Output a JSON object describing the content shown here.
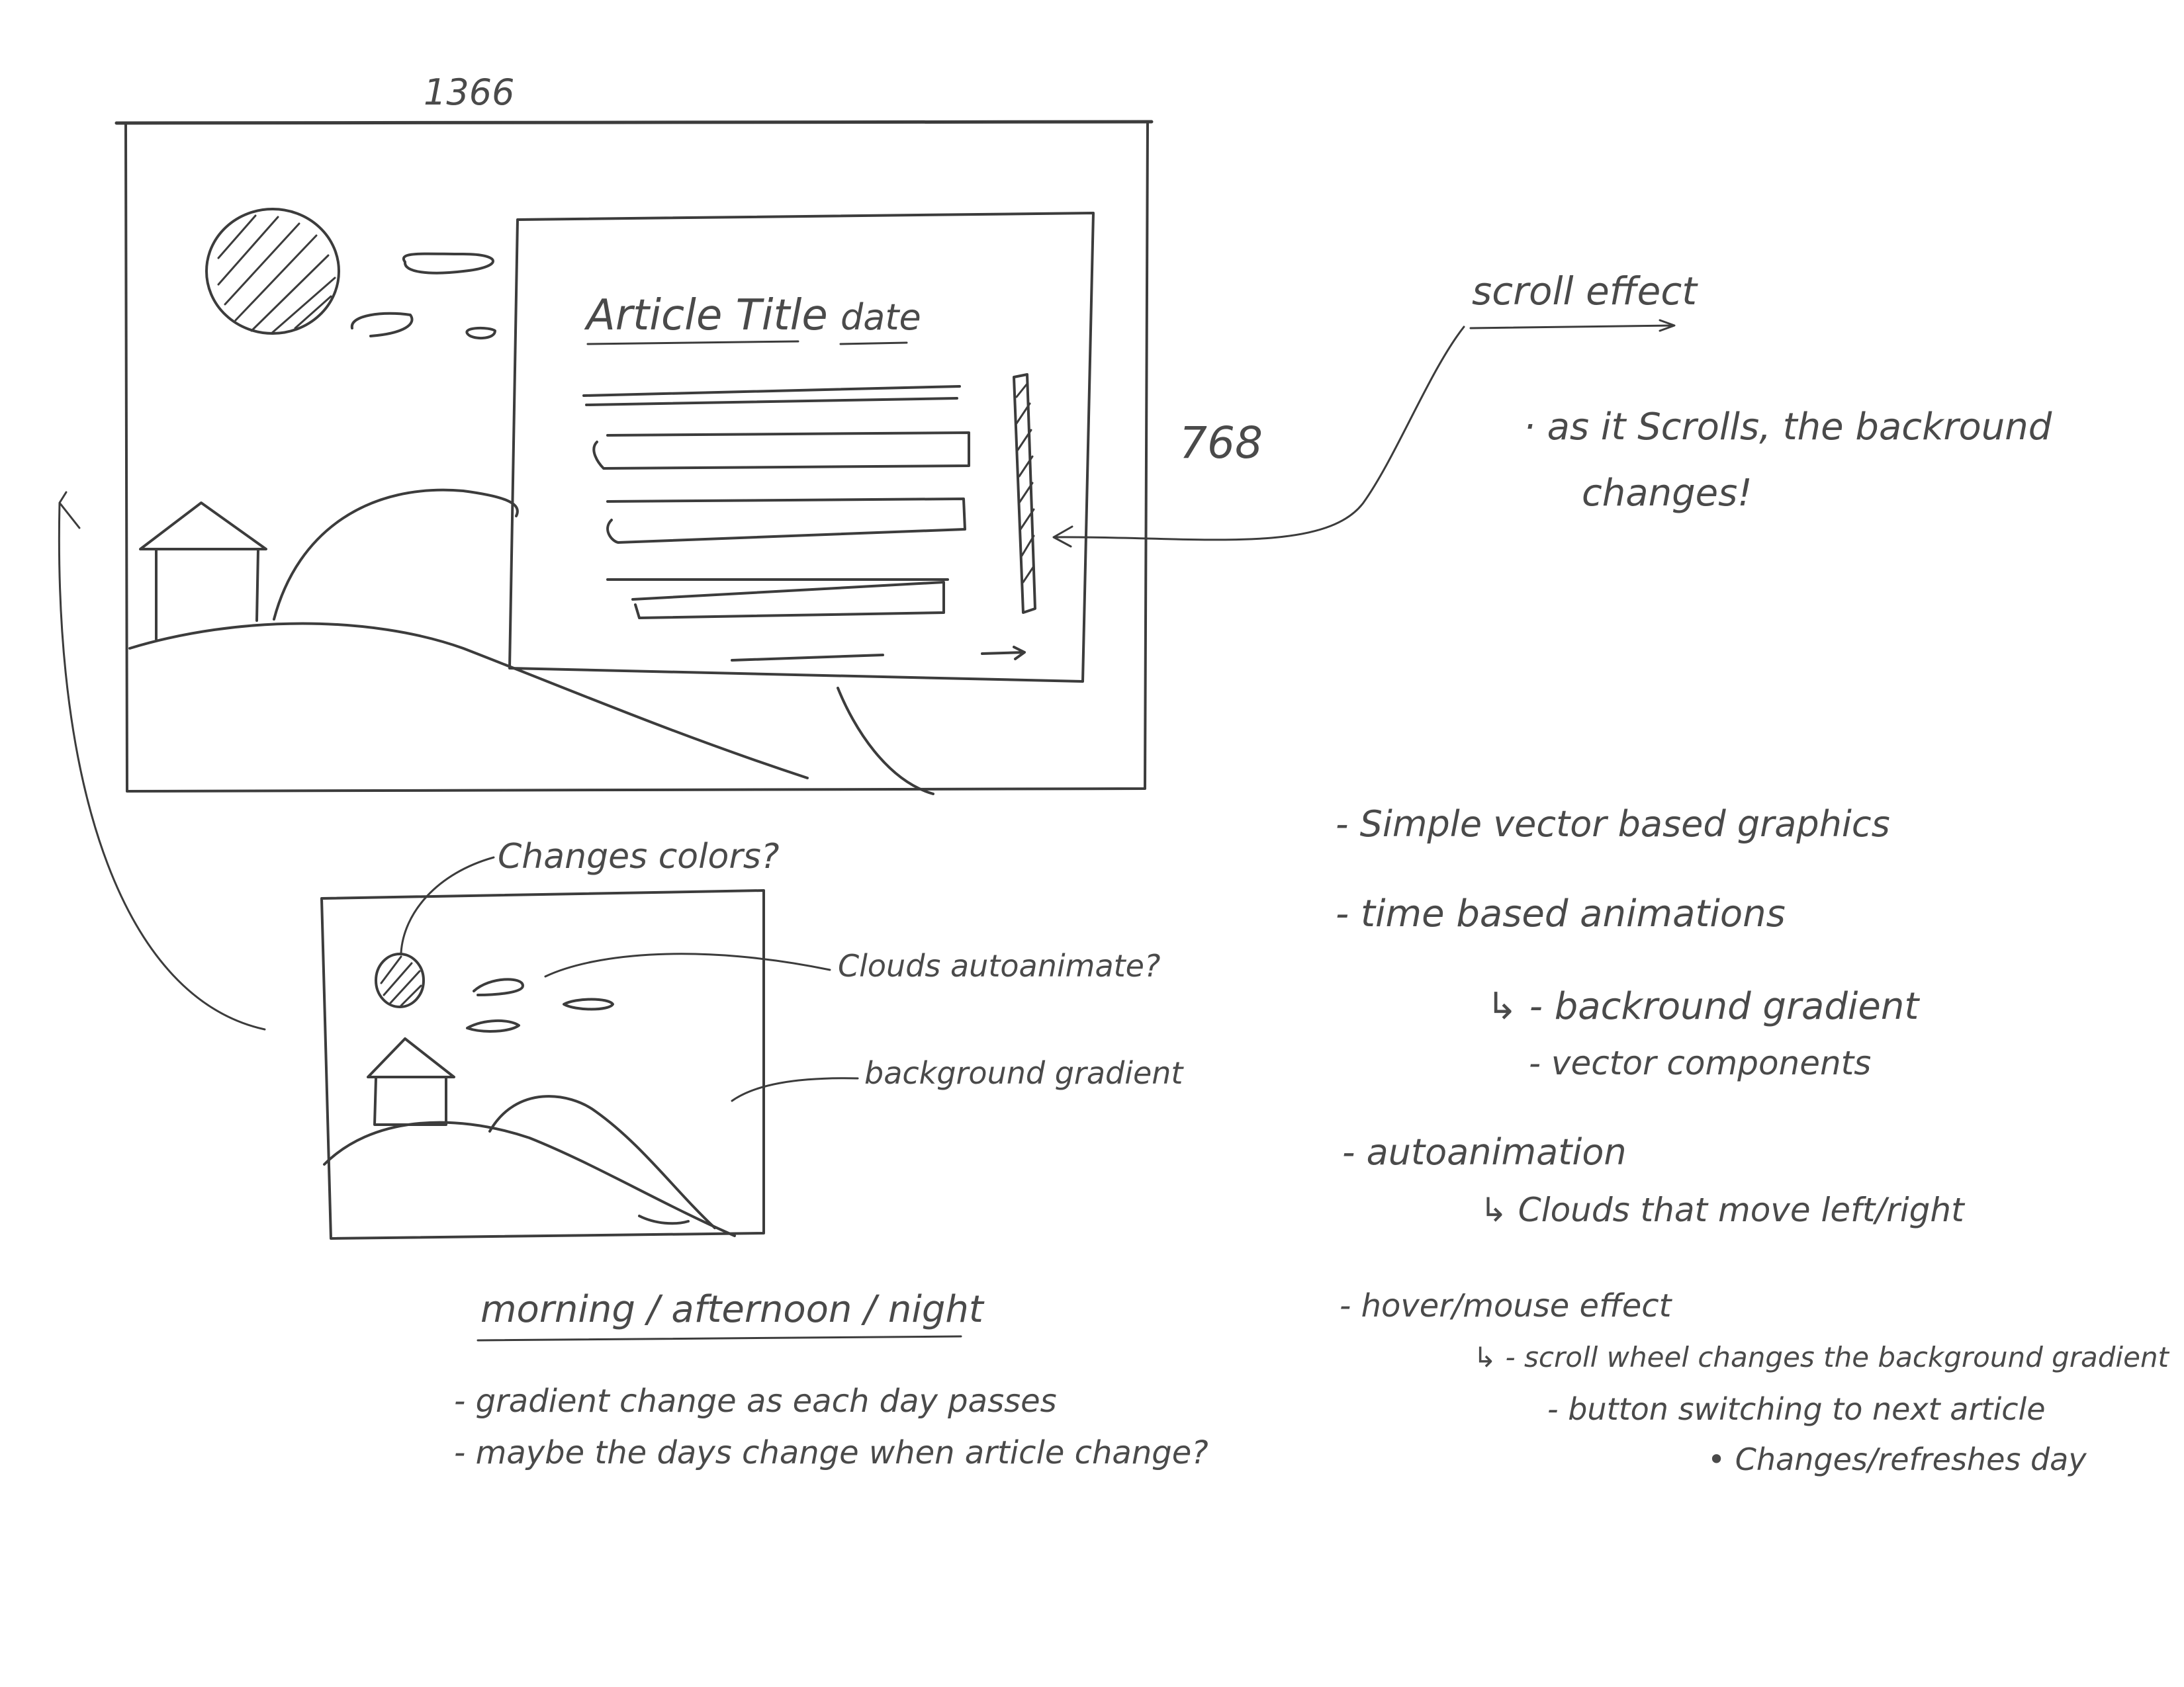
{
  "main_sketch": {
    "width_label": "1366",
    "height_label": "768",
    "article_title": "Article Title",
    "article_date": "date"
  },
  "scroll_note": {
    "heading": "scroll effect",
    "desc_line1": "· as it Scrolls, the backround",
    "desc_line2": "changes!"
  },
  "mini_sketch": {
    "changes_colors": "Changes colors?",
    "clouds_label": "Clouds autoanimate?",
    "gradient_label": "background gradient"
  },
  "time_of_day": {
    "heading": "morning / afternoon / night",
    "notes": [
      "- gradient change  as each day passes",
      "- maybe the days change when article change?"
    ]
  },
  "features": {
    "simple_vector": "- Simple vector based graphics",
    "time_based": "- time based animations",
    "time_based_sub1": "↳ - backround gradient",
    "time_based_sub2": "- vector components",
    "autoanimation": "- autoanimation",
    "autoanimation_sub": "↳  Clouds that move left/right",
    "hover": "- hover/mouse effect",
    "hover_sub1": "↳   - scroll wheel changes the background gradient",
    "hover_sub2": "- button switching to next article",
    "hover_sub3": "• Changes/refreshes day"
  }
}
